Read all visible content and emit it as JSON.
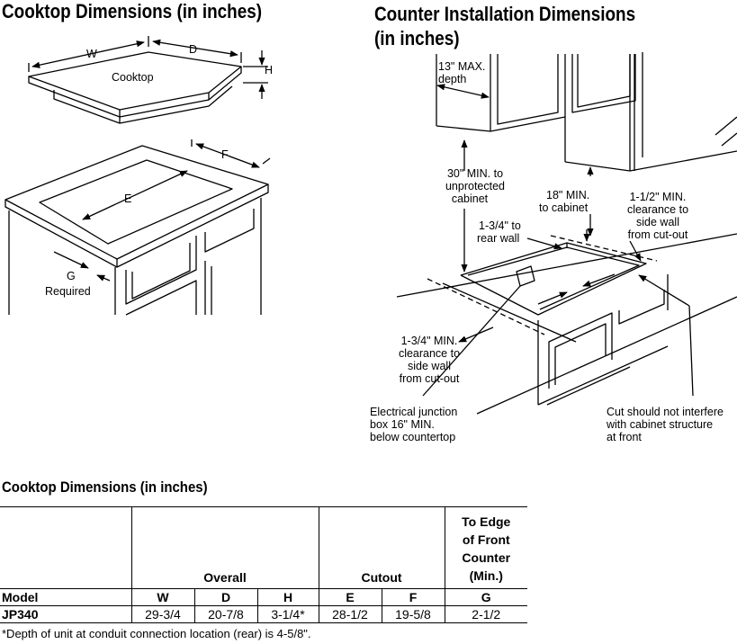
{
  "headings": {
    "left": "Cooktop Dimensions (in inches)",
    "right_line1": "Counter Installation Dimensions",
    "right_line2": "(in inches)"
  },
  "left_diagram": {
    "w": "W",
    "d": "D",
    "h": "H",
    "cooktop": "Cooktop",
    "f": "F",
    "e": "E",
    "g": "G",
    "required": "Required"
  },
  "right_diagram": {
    "max_depth_1": "13\" MAX.",
    "max_depth_2": "depth",
    "min30_1": "30\" MIN. to",
    "min30_2": "unprotected",
    "min30_3": "cabinet",
    "min18_1": "18\" MIN.",
    "min18_2": "to cabinet",
    "rear_1": "1-3/4\" to",
    "rear_2": "rear wall",
    "side_r_1": "1-1/2\" MIN.",
    "side_r_2": "clearance to",
    "side_r_3": "side wall",
    "side_r_4": "from cut-out",
    "side_l_1": "1-3/4\" MIN.",
    "side_l_2": "clearance to",
    "side_l_3": "side wall",
    "side_l_4": "from cut-out",
    "junction_1": "Electrical junction",
    "junction_2": "box 16\" MIN.",
    "junction_3": "below countertop",
    "cut_1": "Cut should not interfere",
    "cut_2": "with cabinet structure",
    "cut_3": "at front"
  },
  "table": {
    "title": "Cooktop Dimensions (in inches)",
    "group_overall": "Overall",
    "group_cutout": "Cutout",
    "group_edge": [
      "To Edge",
      "of Front",
      "Counter",
      "(Min.)"
    ],
    "columns": [
      "Model",
      "W",
      "D",
      "H",
      "E",
      "F",
      "G"
    ],
    "rows": [
      [
        "JP340",
        "29-3/4",
        "20-7/8",
        "3-1/4*",
        "28-1/2",
        "19-5/8",
        "2-1/2"
      ]
    ]
  },
  "footnote": "*Depth of unit at conduit connection location (rear) is 4-5/8\"."
}
